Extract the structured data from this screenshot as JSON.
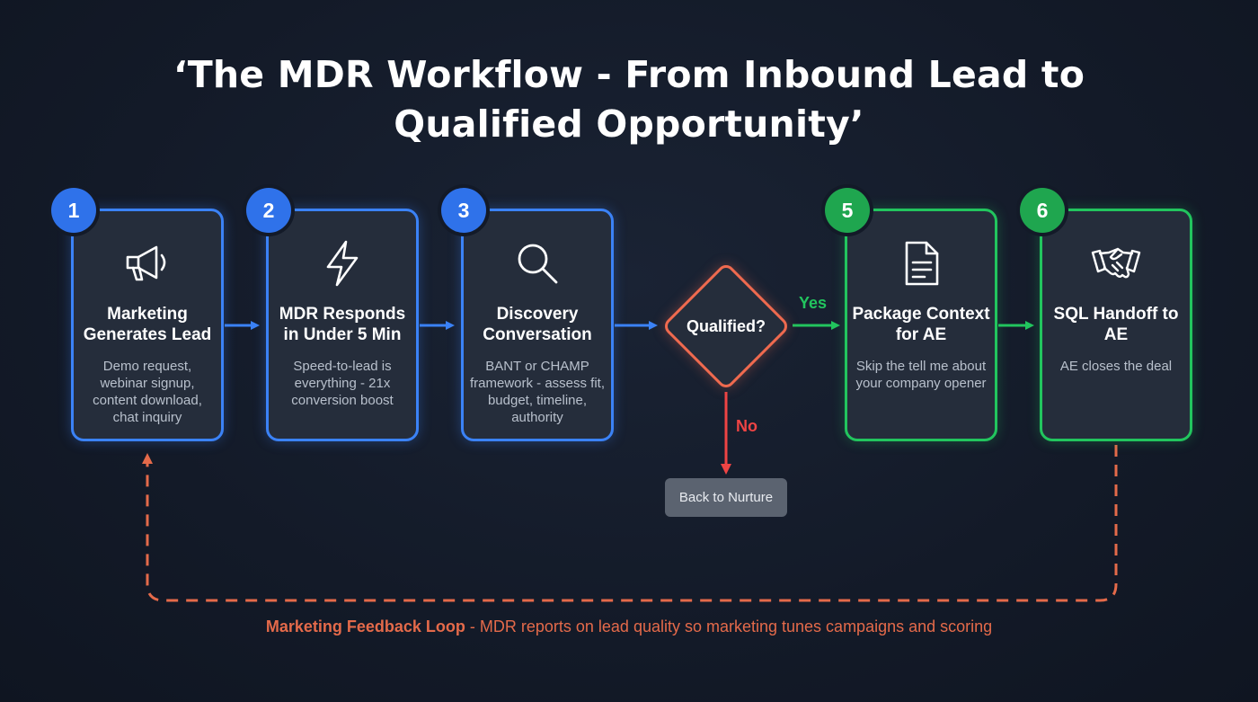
{
  "title": {
    "line1": "‘The MDR Workflow - From Inbound Lead to",
    "line2": "Qualified Opportunity’"
  },
  "steps": [
    {
      "number": "1",
      "icon": "megaphone-icon",
      "title": "Marketing Generates Lead",
      "description": "Demo request, webinar signup, content download, chat inquiry",
      "color": "#3b82f6"
    },
    {
      "number": "2",
      "icon": "lightning-icon",
      "title": "MDR Responds in Under 5 Min",
      "description": "Speed-to-lead is everything - 21x conversion boost",
      "color": "#3b82f6"
    },
    {
      "number": "3",
      "icon": "magnifier-icon",
      "title": "Discovery Conversation",
      "description": "BANT or CHAMP framework - assess fit, budget, timeline, authority",
      "color": "#3b82f6"
    },
    {
      "number": "5",
      "icon": "document-icon",
      "title": "Package Context for AE",
      "description": "Skip the tell me about your company opener",
      "color": "#22c55e"
    },
    {
      "number": "6",
      "icon": "handshake-icon",
      "title": "SQL Handoff to AE",
      "description": "AE closes the deal",
      "color": "#22c55e"
    }
  ],
  "decision": {
    "label": "Qualified?",
    "yes_label": "Yes",
    "no_label": "No",
    "color": "#ef6a4f"
  },
  "nurture": {
    "label": "Back to Nurture"
  },
  "feedback": {
    "title": "Marketing Feedback Loop",
    "text": " - MDR reports on lead quality so marketing tunes campaigns and scoring",
    "color": "#e46a4a"
  }
}
